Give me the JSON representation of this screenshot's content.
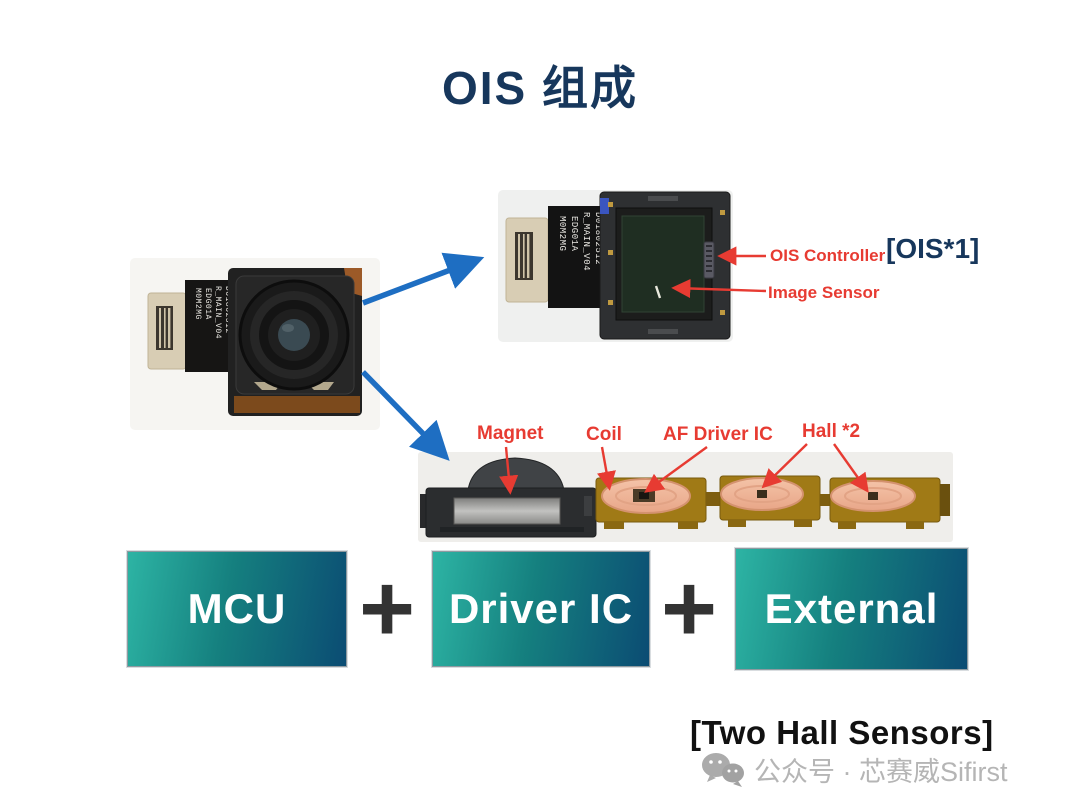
{
  "title": {
    "text": "OIS 组成"
  },
  "camera_flex": {
    "lines": [
      "M0M2MG",
      "EDG01A",
      "R_MAIN_V04",
      "D01802512"
    ]
  },
  "annotations": {
    "ois_controller": "OIS Controller",
    "image_sensor": "Image Sensor",
    "ois_tag": "[OIS*1]",
    "magnet": "Magnet",
    "coil": "Coil",
    "af_driver_ic": "AF Driver IC",
    "hall": "Hall *2"
  },
  "summary": {
    "boxes": [
      {
        "label": "MCU"
      },
      {
        "label": "Driver IC"
      },
      {
        "label": "External"
      }
    ],
    "plus": "+"
  },
  "footer": {
    "note": "[Two Hall Sensors]",
    "watermark": "公众号 · 芯赛威Sifirst"
  },
  "colors": {
    "title_navy": "#17375c",
    "annotation_red": "#e73b32",
    "arrow_blue": "#1e6ec2",
    "box_gradient_start": "#2db4a4",
    "box_gradient_end": "#0b4c73",
    "plus_dark": "#333333",
    "watermark_gray": "#b5b5b5"
  }
}
